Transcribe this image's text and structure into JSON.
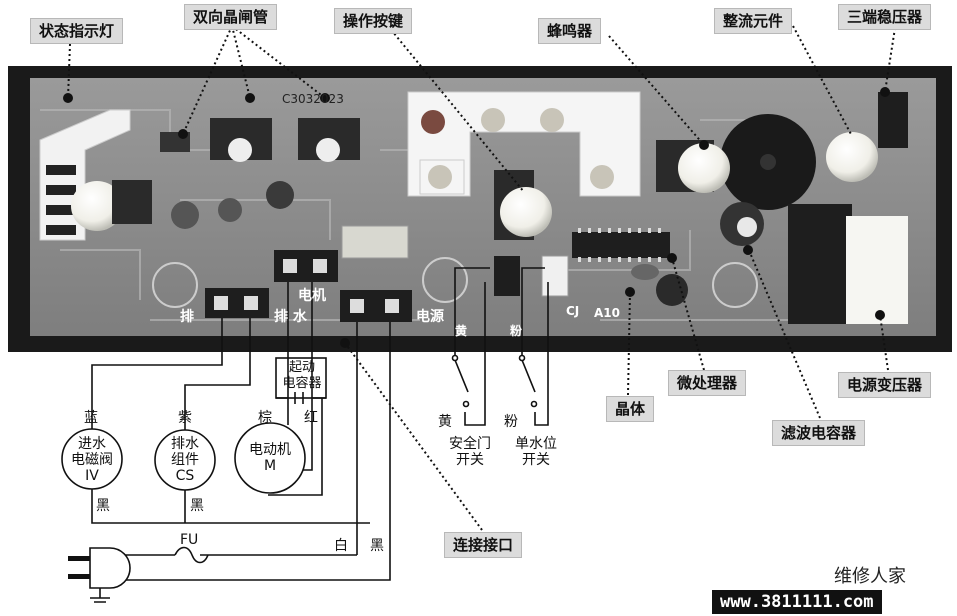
{
  "callouts": {
    "status_led": "状态指示灯",
    "triac": "双向晶闸管",
    "buttons": "操作按键",
    "buzzer": "蜂鸣器",
    "rectifier": "整流元件",
    "regulator": "三端稳压器",
    "mcu": "微处理器",
    "crystal": "晶体",
    "power_transformer": "电源变压器",
    "filter_cap": "滤波电容器",
    "connector": "连接接口"
  },
  "pcb_labels": {
    "motor": "电机",
    "drain_water": "排  水",
    "power": "电源",
    "drain": "排",
    "model": "C3032023",
    "a10": "A10",
    "cj": "CJ",
    "yellow": "黄",
    "pink": "粉"
  },
  "wiring": {
    "start_cap": [
      "起动",
      "电容器"
    ],
    "blue": "蓝",
    "purple": "紫",
    "brown": "棕",
    "red": "红",
    "black": "黑",
    "white": "白",
    "yellow": "黄",
    "pink": "粉",
    "fu": "FU",
    "inlet_valve": [
      "进水",
      "电磁阀",
      "IV"
    ],
    "drain_unit": [
      "排水",
      "组件",
      "CS"
    ],
    "motor": [
      "电动机",
      "M"
    ],
    "door_switch": [
      "安全门",
      "开关"
    ],
    "level_switch": [
      "单水位",
      "开关"
    ]
  },
  "watermark": {
    "brand": "维修人家",
    "url": "www.3811111.com"
  }
}
